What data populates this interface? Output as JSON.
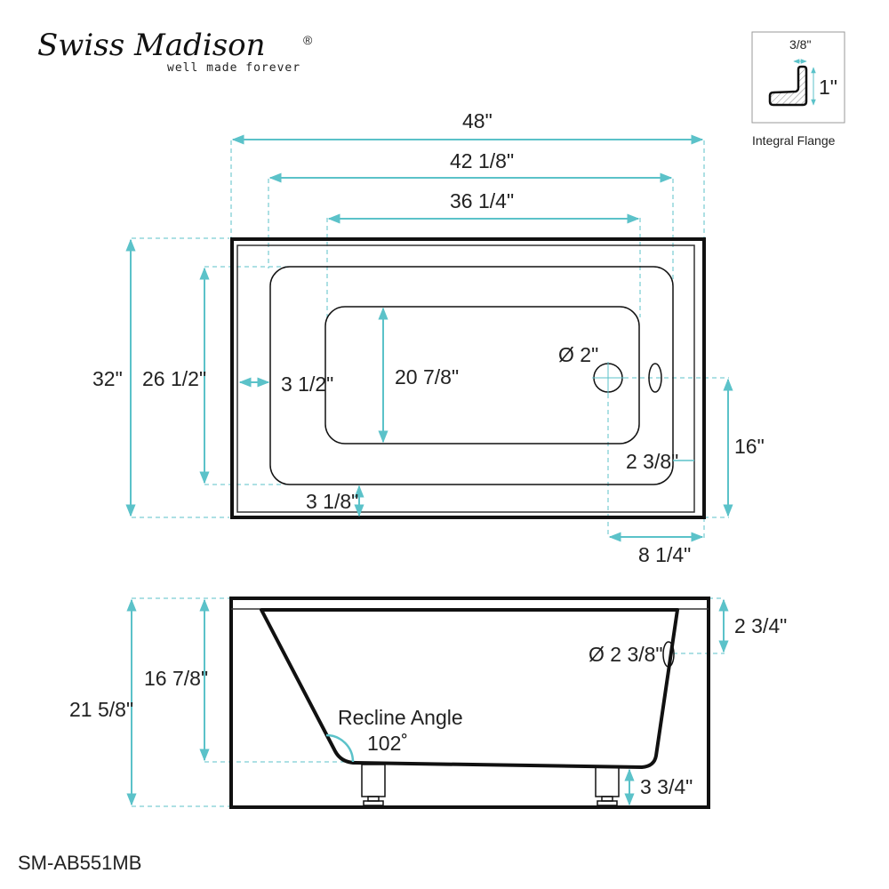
{
  "brand": {
    "name": "Swiss Madison",
    "registered": "®",
    "tagline": "well made forever"
  },
  "flange_inset": {
    "thickness": "3/8\"",
    "height": "1\"",
    "caption": "Integral Flange"
  },
  "top_view": {
    "overall_length": "48\"",
    "rim_inner_length": "42 1/8\"",
    "bottom_length": "36 1/4\"",
    "overall_width": "32\"",
    "rim_inner_width": "26 1/2\"",
    "side_deck": "3 1/2\"",
    "bottom_width": "20 7/8\"",
    "front_deck": "3 1/8\"",
    "drain_diameter": "Ø 2\"",
    "end_deck": "2 3/8\"",
    "drain_from_front": "16\"",
    "drain_from_end": "8 1/4\""
  },
  "side_view": {
    "overall_height": "21 5/8\"",
    "interior_depth": "16 7/8\"",
    "recline_label": "Recline Angle",
    "recline_angle": "102˚",
    "overflow_diameter": "Ø 2 3/8\"",
    "overflow_from_top": "2 3/4\"",
    "foot_height": "3 3/4\""
  },
  "model_number": "SM-AB551MB",
  "colors": {
    "dimension_line": "#5bc2c9",
    "outline": "#111111"
  }
}
